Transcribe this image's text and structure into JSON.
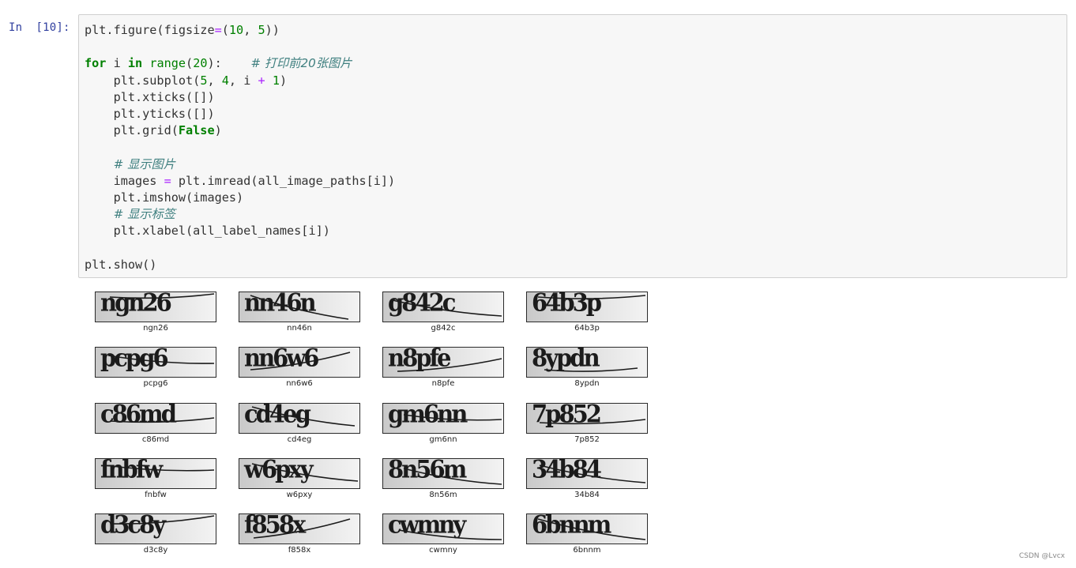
{
  "cell": {
    "prompt": "In  [10]:",
    "code_lines": [
      "plt.figure(figsize=(10, 5))",
      "",
      "for i in range(20):    # 打印前20张图片",
      "    plt.subplot(5, 4, i + 1)",
      "    plt.xticks([])",
      "    plt.yticks([])",
      "    plt.grid(False)",
      "",
      "    # 显示图片",
      "    images = plt.imread(all_image_paths[i])",
      "    plt.imshow(images)",
      "    # 显示标签",
      "    plt.xlabel(all_label_names[i])",
      "",
      "plt.show()"
    ]
  },
  "output": {
    "labels": [
      "ngn26",
      "nn46n",
      "g842c",
      "64b3p",
      "pcpg6",
      "nn6w6",
      "n8pfe",
      "8ypdn",
      "c86md",
      "cd4eg",
      "gm6nn",
      "7p852",
      "fnbfw",
      "w6pxy",
      "8n56m",
      "34b84",
      "d3c8y",
      "f858x",
      "cwmny",
      "6bnnm"
    ]
  },
  "watermark": "CSDN @Lvcx"
}
